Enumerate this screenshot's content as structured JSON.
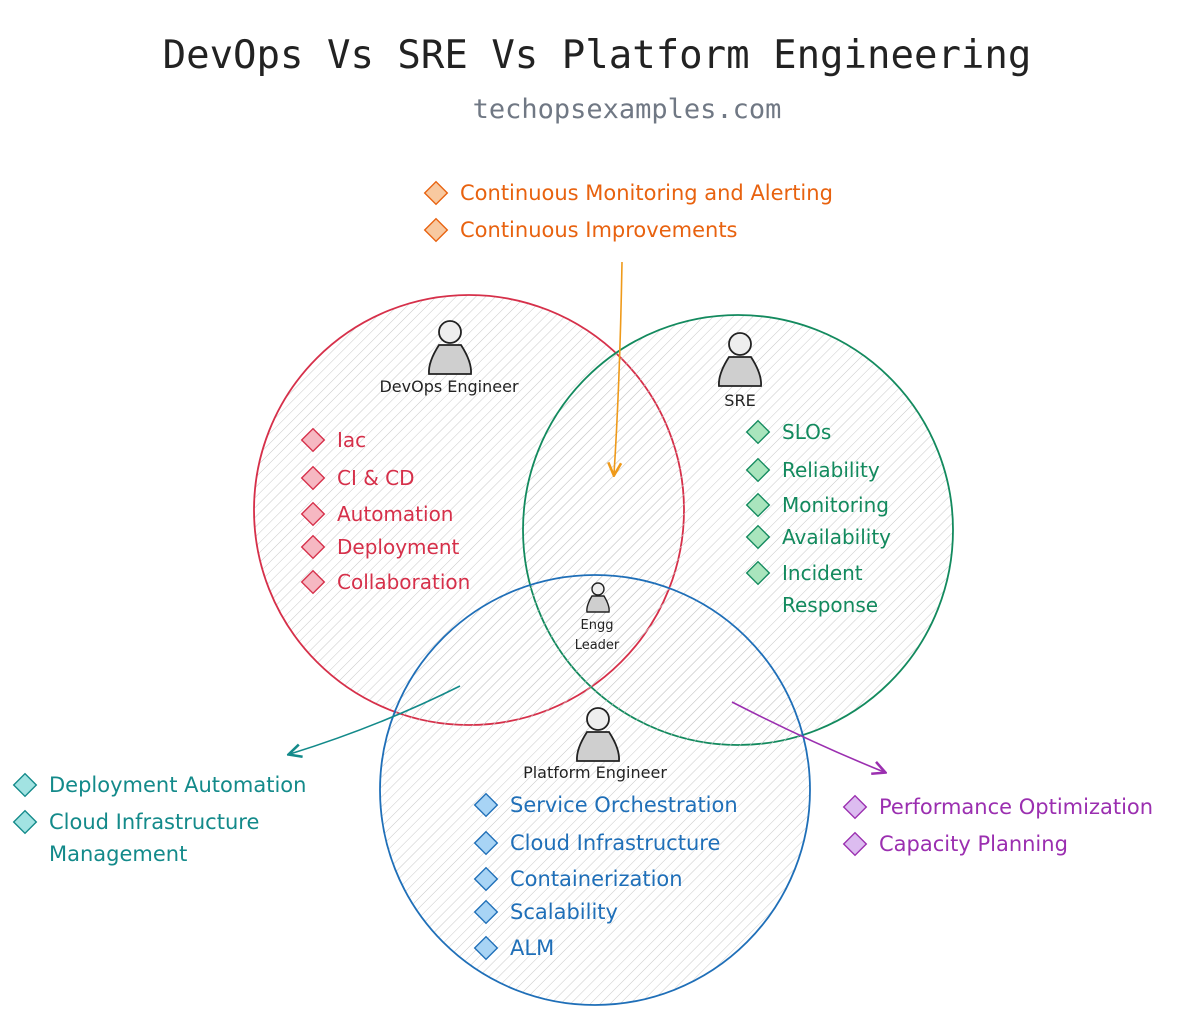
{
  "header": {
    "title": "DevOps Vs SRE Vs Platform Engineering",
    "subtitle": "techopsexamples.com"
  },
  "colors": {
    "devops": "#d6304a",
    "sre": "#138a5e",
    "platform": "#1f6fb8",
    "leader_dev_platform": "#138a8a",
    "sre_platform": "#9b2fb0",
    "dev_sre": "#e8620f",
    "arrow_orange": "#ef9a1a",
    "ink": "#222222",
    "subtitle": "#707884"
  },
  "roles": {
    "devops": {
      "label": "DevOps Engineer",
      "icon": "person-icon"
    },
    "sre": {
      "label": "SRE",
      "icon": "person-icon"
    },
    "platform": {
      "label": "Platform Engineer",
      "icon": "person-icon"
    },
    "leader": {
      "label_line1": "Engg",
      "label_line2": "Leader",
      "icon": "person-icon"
    }
  },
  "lists": {
    "devops": [
      "Iac",
      "CI & CD",
      "Automation",
      "Deployment",
      "Collaboration"
    ],
    "sre": [
      "SLOs",
      "Reliability",
      "Monitoring",
      "Availability",
      "Incident",
      "Response"
    ],
    "platform": [
      "Service Orchestration",
      "Cloud Infrastructure",
      "Containerization",
      "Scalability",
      "ALM"
    ],
    "dev_sre_shared": [
      "Continuous Monitoring and Alerting",
      "Continuous Improvements"
    ],
    "dev_platform_shared": [
      "Deployment Automation",
      "Cloud Infrastructure",
      "Management"
    ],
    "sre_platform_shared": [
      "Performance Optimization",
      "Capacity Planning"
    ]
  }
}
